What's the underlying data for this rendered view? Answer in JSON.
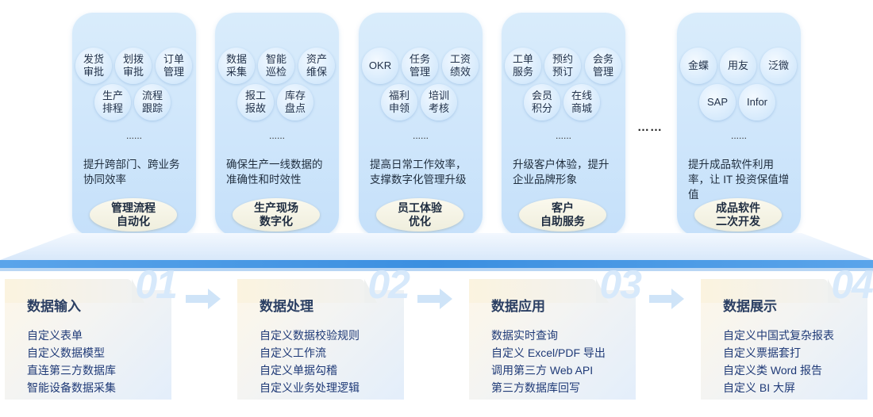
{
  "cards": [
    {
      "bubbles": [
        "发货\n审批",
        "划拨\n审批",
        "订单\n管理",
        "生产\n排程",
        "流程\n跟踪"
      ],
      "dots": "......",
      "desc": "提升跨部门、跨业务协同效率",
      "pill": "管理流程\n自动化"
    },
    {
      "bubbles": [
        "数据\n采集",
        "智能\n巡检",
        "资产\n维保",
        "报工\n报故",
        "库存\n盘点"
      ],
      "dots": "......",
      "desc": "确保生产一线数据的准确性和时效性",
      "pill": "生产现场\n数字化"
    },
    {
      "bubbles": [
        "OKR",
        "任务\n管理",
        "工资\n绩效",
        "福利\n申领",
        "培训\n考核"
      ],
      "dots": "......",
      "desc": "提高日常工作效率，支撑数字化管理升级",
      "pill": "员工体验\n优化"
    },
    {
      "bubbles": [
        "工单\n服务",
        "预约\n预订",
        "会务\n管理",
        "会员\n积分",
        "在线\n商城"
      ],
      "dots": "......",
      "desc": "升级客户体验，提升企业品牌形象",
      "pill": "客户\n自助服务"
    },
    {
      "bubbles": [
        "金蝶",
        "用友",
        "泛微",
        "SAP",
        "Infor"
      ],
      "dots": "......",
      "desc": "提升成品软件利用率，让 IT 投资保值增值",
      "pill": "成品软件\n二次开发"
    }
  ],
  "separator_ellipsis": "……",
  "steps": [
    {
      "num": "01",
      "title": "数据输入",
      "items": [
        "自定义表单",
        "自定义数据模型",
        "直连第三方数据库",
        "智能设备数据采集"
      ]
    },
    {
      "num": "02",
      "title": "数据处理",
      "items": [
        "自定义数据校验规则",
        "自定义工作流",
        "自定义单据勾稽",
        "自定义业务处理逻辑"
      ]
    },
    {
      "num": "03",
      "title": "数据应用",
      "items": [
        "数据实时查询",
        "自定义 Excel/PDF 导出",
        "调用第三方 Web API",
        "第三方数据库回写"
      ]
    },
    {
      "num": "04",
      "title": "数据展示",
      "items": [
        "自定义中国式复杂报表",
        "自定义票据套打",
        "自定义类 Word 报告",
        "自定义 BI 大屏"
      ]
    }
  ],
  "colors": {
    "card_bg": "#cfe6fb",
    "platform_top": "#e4f0fd",
    "platform_edge": "#3b8fe0",
    "step_number": "#d7e9fb",
    "step_title": "#2b3f63",
    "step_item": "#1f3a77",
    "arrow": "#cfe4f8"
  }
}
